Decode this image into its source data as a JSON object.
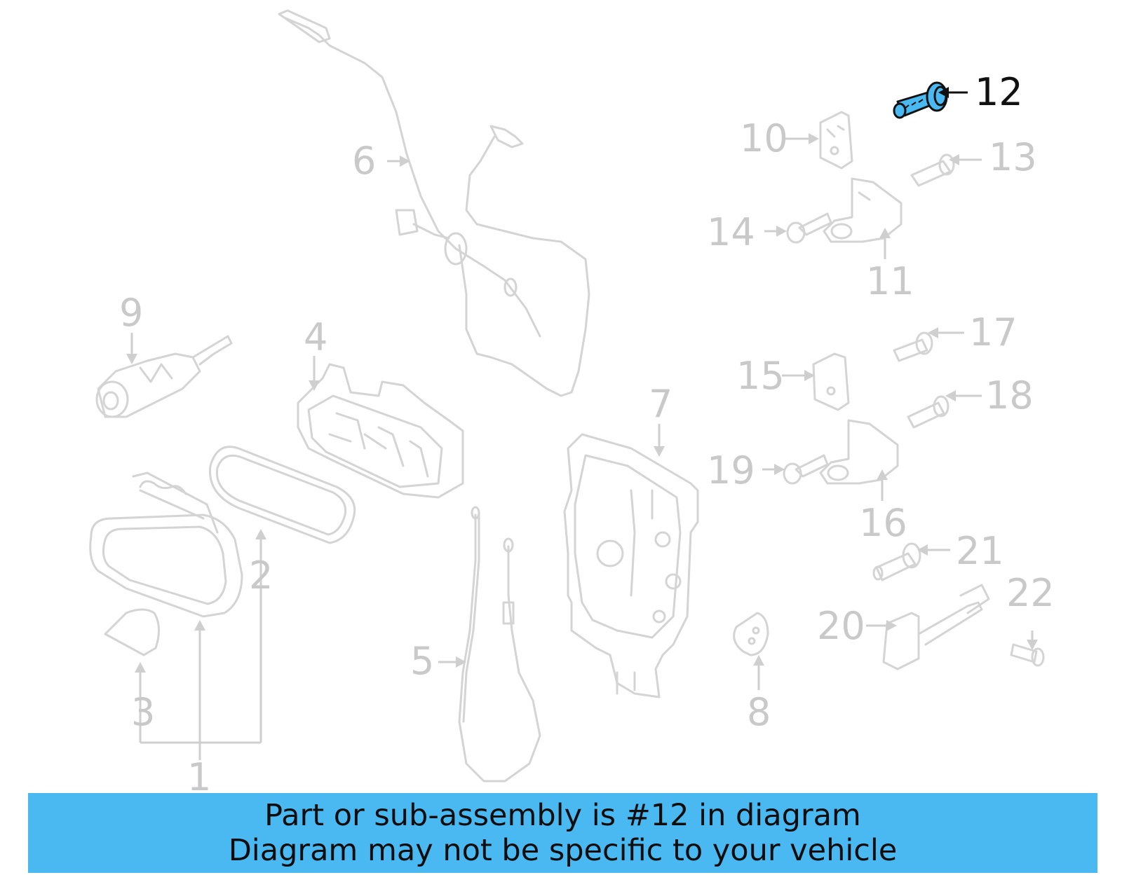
{
  "diagram": {
    "highlighted_part": "12",
    "highlight_color": "#4ab9f2",
    "callouts": {
      "c1": "1",
      "c2": "2",
      "c3": "3",
      "c4": "4",
      "c5": "5",
      "c6": "6",
      "c7": "7",
      "c8": "8",
      "c9": "9",
      "c10": "10",
      "c11": "11",
      "c12": "12",
      "c13": "13",
      "c14": "14",
      "c15": "15",
      "c16": "16",
      "c17": "17",
      "c18": "18",
      "c19": "19",
      "c20": "20",
      "c21": "21",
      "c22": "22"
    }
  },
  "caption": {
    "line1": "Part or sub-assembly is #12 in diagram",
    "line2": "Diagram may not be specific to your vehicle",
    "background_color": "#4ab9f2"
  }
}
